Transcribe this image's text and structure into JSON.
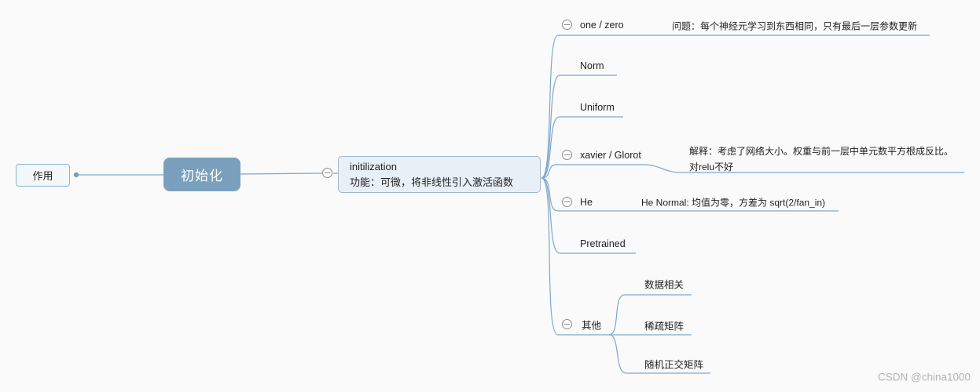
{
  "colors": {
    "accent_fill": "#7aa0be",
    "branch_line": "#7ea7cd",
    "center_fill": "#e8f0f7",
    "center_border": "#9cb8cf",
    "left_fill": "#f3f8fb",
    "left_border": "#8fb3d1",
    "text": "#1f1f1f",
    "watermark": "#b3b3b8",
    "icon_stroke": "#8c8c8c"
  },
  "mindmap": {
    "left_node": {
      "label": "作用"
    },
    "root": {
      "label": "初始化"
    },
    "center": {
      "title": "initilization",
      "subtitle": "功能：可微，将非线性引入激活函数"
    },
    "branches": [
      {
        "label": "one / zero",
        "note": "问题：每个神经元学习到东西相同，只有最后一层参数更新"
      },
      {
        "label": "Norm"
      },
      {
        "label": "Uniform"
      },
      {
        "label": "xavier / Glorot",
        "note_line1": "解释：考虑了网络大小。权重与前一层中单元数平方根成反比。",
        "note_line2": "对relu不好"
      },
      {
        "label": "He",
        "note": "He Normal: 均值为零，方差为 sqrt(2/fan_in)"
      },
      {
        "label": "Pretrained"
      },
      {
        "label": "其他",
        "children": [
          {
            "label": "数据相关"
          },
          {
            "label": "稀疏矩阵"
          },
          {
            "label": "随机正交矩阵"
          }
        ]
      }
    ]
  },
  "watermark": {
    "text": "CSDN @china1000"
  }
}
